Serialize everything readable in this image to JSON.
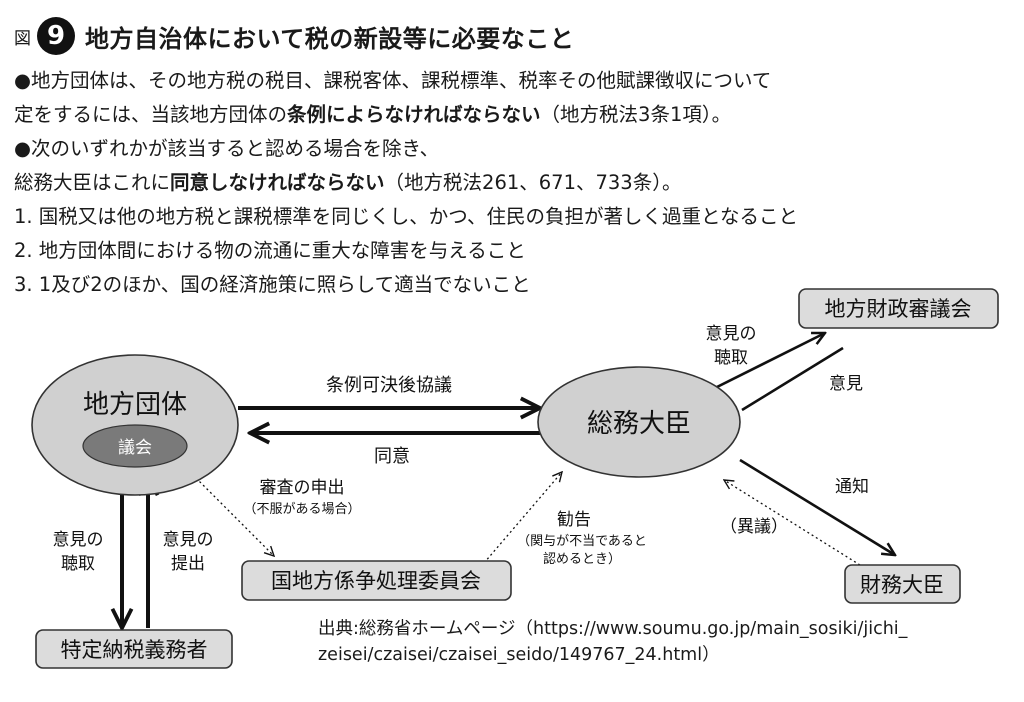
{
  "header": {
    "figure_label": "図",
    "figure_number": "9",
    "title": "地方自治体において税の新設等に必要なこと"
  },
  "paragraphs": [
    {
      "segments": [
        {
          "text": "●地方団体は、その地方税の税目、課税客体、課税標準、税率その他賦課徴収について",
          "bold": false
        }
      ]
    },
    {
      "segments": [
        {
          "text": "定をするには、当該地方団体の",
          "bold": false
        },
        {
          "text": "条例によらなければならない",
          "bold": true
        },
        {
          "text": "（地方税法3条1項）。",
          "bold": false
        }
      ]
    },
    {
      "segments": [
        {
          "text": "●次のいずれかが該当すると認める場合を除き、",
          "bold": false
        }
      ]
    },
    {
      "segments": [
        {
          "text": "総務大臣はこれに",
          "bold": false
        },
        {
          "text": "同意しなければならない",
          "bold": true
        },
        {
          "text": "（地方税法261、671、733条）。",
          "bold": false
        }
      ]
    },
    {
      "segments": [
        {
          "text": "1. 国税又は他の地方税と課税標準を同じくし、かつ、住民の負担が著しく過重となること",
          "bold": false
        }
      ]
    },
    {
      "segments": [
        {
          "text": "2. 地方団体間における物の流通に重大な障害を与えること",
          "bold": false
        }
      ]
    },
    {
      "segments": [
        {
          "text": "3. 1及び2のほか、国の経済施策に照らして適当でないこと",
          "bold": false
        }
      ]
    }
  ],
  "diagram": {
    "nodes": {
      "local_gov": "地方団体",
      "assembly": "議会",
      "minister": "総務大臣",
      "council": "地方財政審議会",
      "finance": "財務大臣",
      "committee": "国地方係争処理委員会",
      "taxpayers": "特定納税義務者"
    },
    "labels": {
      "consult": "条例可決後協議",
      "consent": "同意",
      "hearing_council_1": "意見の",
      "hearing_council_2": "聴取",
      "opinion_council": "意見",
      "notify": "通知",
      "objection": "（異議）",
      "review_request": "審査の申出",
      "review_condition": "（不服がある場合）",
      "recommend": "勧告",
      "recommend_condition_1": "（関与が不当であると",
      "recommend_condition_2": "認めるとき）",
      "hearing_tax_1": "意見の",
      "hearing_tax_2": "聴取",
      "submit_1": "意見の",
      "submit_2": "提出"
    }
  },
  "source": {
    "line1": "出典:総務省ホームページ（https://www.soumu.go.jp/main_sosiki/jichi_",
    "line2": "zeisei/czaisei/czaisei_seido/149767_24.html）"
  }
}
